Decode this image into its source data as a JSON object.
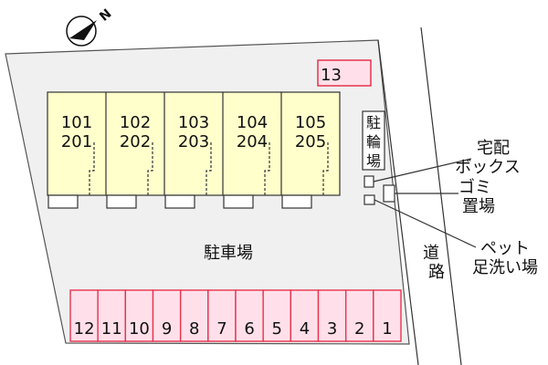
{
  "north_symbol": {
    "letter": "N",
    "icon": "compass-north-icon"
  },
  "units": [
    {
      "upper": "101",
      "lower": "201"
    },
    {
      "upper": "102",
      "lower": "202"
    },
    {
      "upper": "103",
      "lower": "203"
    },
    {
      "upper": "104",
      "lower": "204"
    },
    {
      "upper": "105",
      "lower": "205"
    }
  ],
  "special_space": "13",
  "bicycle_parking": [
    "駐",
    "輪",
    "場"
  ],
  "parking_lot_label": "駐車場",
  "parking_spaces": [
    "12",
    "11",
    "10",
    "9",
    "8",
    "7",
    "6",
    "5",
    "4",
    "3",
    "2",
    "1"
  ],
  "callouts": {
    "delivery_box": [
      "宅配",
      "ボックス"
    ],
    "garbage": [
      "ゴミ",
      "置場"
    ],
    "pet_wash": [
      "ペット",
      "足洗い場"
    ]
  },
  "road": [
    "道",
    "路"
  ],
  "colors": {
    "building": "#ffffcc",
    "parking_space": "#ffe0ea",
    "parking_border": "#e8334f",
    "lot": "#f0f0f0"
  }
}
